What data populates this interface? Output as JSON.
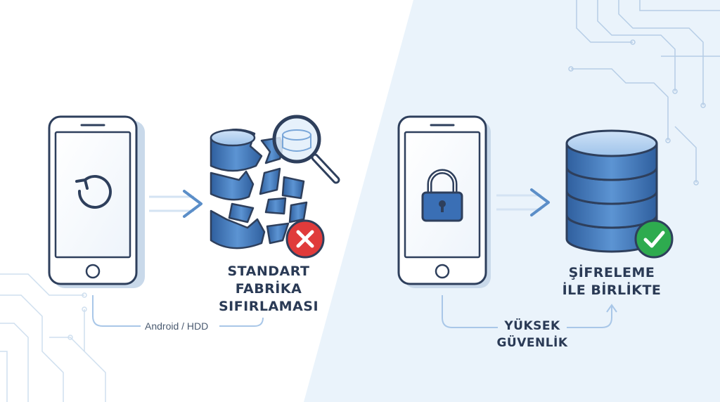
{
  "left_panel": {
    "title_lines": [
      "STANDART",
      "FABRİKA",
      "SIFIRLAMASI"
    ],
    "note": "Android / HDD",
    "status_icon": "x-icon"
  },
  "right_panel": {
    "title_lines": [
      "ŞİFRELEME",
      "İLE BİRLİKTE"
    ],
    "note_lines": [
      "YÜKSEK",
      "GÜVENLİK"
    ],
    "status_icon": "check-icon"
  },
  "colors": {
    "outline": "#2e3f5c",
    "accent_blue": "#3a6fb5",
    "light_blue": "#8fb8e6",
    "error_red": "#e03b3b",
    "success_green": "#2eab4f",
    "right_background": "#eaf3fb"
  }
}
